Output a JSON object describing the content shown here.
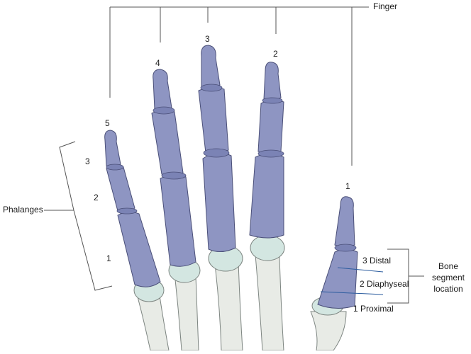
{
  "labels": {
    "finger": "Finger",
    "phalanges": "Phalanges",
    "bone_segment_location": [
      "Bone",
      "segment",
      "location"
    ]
  },
  "finger_numbers": [
    "1",
    "2",
    "3",
    "4",
    "5"
  ],
  "phalanx_numbers": [
    "3",
    "2",
    "1"
  ],
  "segments": {
    "distal": "3 Distal",
    "diaphyseal": "2 Diaphyseal",
    "proximal": "1 Proximal"
  },
  "colors": {
    "phalanx_fill": "#8e95c2",
    "phalanx_joint": "#7b83b5",
    "phalanx_stroke": "#4a4f78",
    "bone_fill": "#e8ebe6",
    "bone_head": "#d3e6e1",
    "bone_stroke": "#7d8581",
    "segment_line": "#2a5b9e",
    "bracket": "#555555"
  }
}
